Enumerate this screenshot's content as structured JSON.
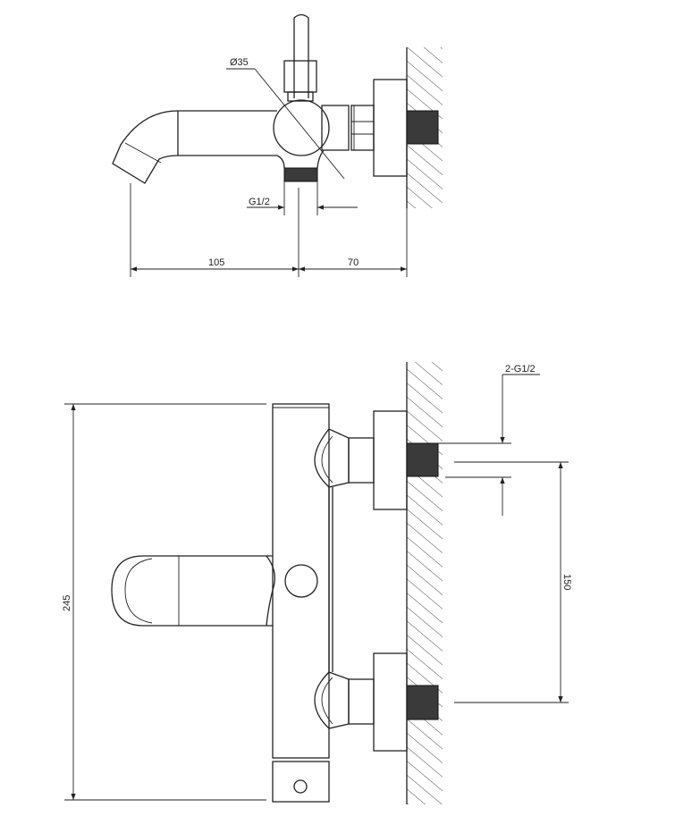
{
  "drawing": {
    "top_view": {
      "diameter_label": "Ø35",
      "thread_label": "G1/2",
      "dim_spout": "105",
      "dim_wall": "70"
    },
    "front_view": {
      "thread_label": "2-G1/2",
      "dim_height": "245",
      "dim_centers": "150"
    },
    "colors": {
      "line": "#222222",
      "thread": "#3a3a3a",
      "background": "#ffffff"
    }
  }
}
